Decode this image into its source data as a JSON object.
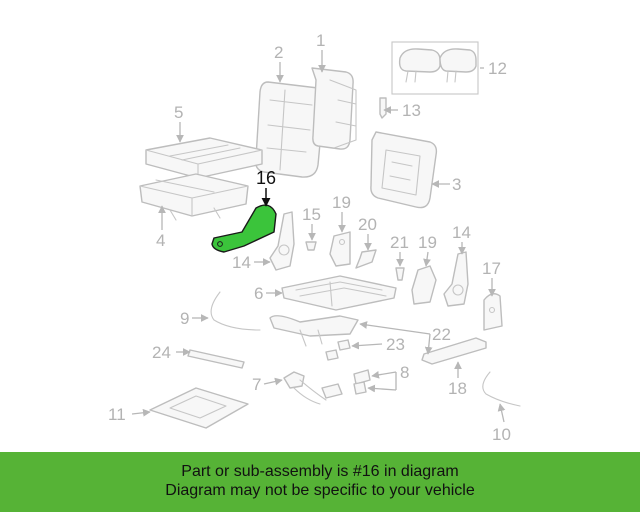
{
  "diagram": {
    "highlight_color": "#3bc43b",
    "line_color": "#b7b7b7",
    "callouts": {
      "c1": "1",
      "c2": "2",
      "c3": "3",
      "c4": "4",
      "c5": "5",
      "c6": "6",
      "c7": "7",
      "c8": "8",
      "c9": "9",
      "c10": "10",
      "c11": "11",
      "c12": "12",
      "c13": "13",
      "c14a": "14",
      "c14b": "14",
      "c15": "15",
      "c16": "16",
      "c17": "17",
      "c18": "18",
      "c19a": "19",
      "c19b": "19",
      "c20": "20",
      "c21": "21",
      "c22": "22",
      "c23": "23",
      "c24": "24"
    }
  },
  "banner": {
    "background_color": "#56b336",
    "line1": "Part or sub-assembly is #16 in diagram",
    "line2": "Diagram may not be specific to your vehicle"
  }
}
